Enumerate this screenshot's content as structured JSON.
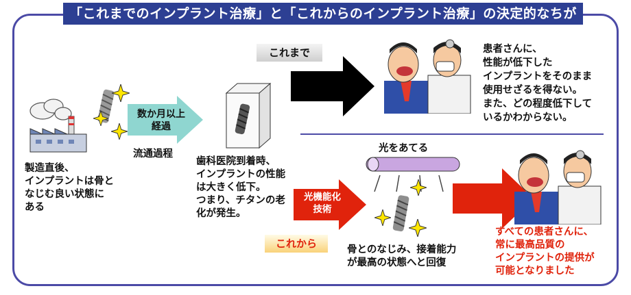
{
  "title": "「これまでのインプラント治療」と「これからのインプラント治療」の決定的なちがい",
  "factory_text": "製造直後、\nインプラントは骨と\nなじむ良い状態に\nある",
  "arrow_months": "数か月以上\n経過",
  "distribution_label": "流通過程",
  "clinic_text": "歯科医院到着時、\nインプラントの性能\nは大きく低下。\nつまり、チタンの老\n化が発生。",
  "before": {
    "tag": "これまで",
    "text": "患者さんに、\n性能が低下した\nインプラントをそのまま\n使用せざるを得ない。\nまた、どの程度低下して\nいるかわからない。"
  },
  "after": {
    "tag": "これから",
    "light_label": "光をあてる",
    "arrow_label": "光機能化\n技術",
    "recovery_text": "骨とのなじみ、接着能力\nが最高の状態へと回復",
    "result_text": "すべての患者さんに、\n常に最高品質の\nインプラントの提供が\n可能となりました"
  },
  "colors": {
    "frame": "#4b4aa6",
    "title_bg": "#2d3f93",
    "accent_red": "#e0230c",
    "teal_arrow": "#8fd6d0",
    "light_tube": "#c9a6e0"
  }
}
